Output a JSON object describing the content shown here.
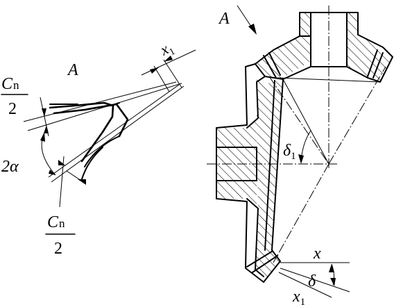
{
  "figure": {
    "section_label": "A",
    "view_arrow_label": "A",
    "shift_label": "x",
    "shift_sub": "1",
    "half_pitch_top_num": "C",
    "half_pitch_top_sub": "n",
    "half_pitch_top_den": "2",
    "angle_label": "2α",
    "half_pitch_bottom_num": "C",
    "half_pitch_bottom_sub": "n",
    "half_pitch_bottom_den": "2",
    "pitch_angle_label": "δ",
    "pitch_angle_sub": "1",
    "offset_x_label": "x",
    "offset_delta_label": "δ",
    "offset_x1_label": "x",
    "offset_x1_sub": "1"
  }
}
